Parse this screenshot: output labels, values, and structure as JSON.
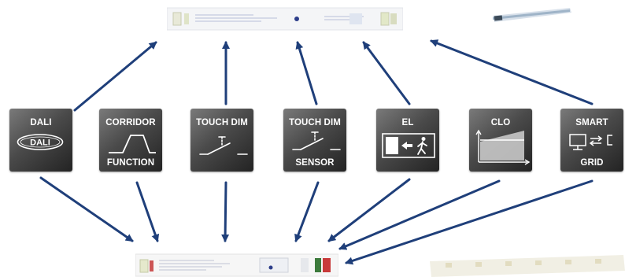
{
  "diagram": {
    "modules": [
      {
        "id": "dali",
        "top_label": "DALI",
        "bottom_label": "",
        "icon": "dali-logo-icon",
        "logo_text": "DALI"
      },
      {
        "id": "corridor",
        "top_label": "CORRIDOR",
        "bottom_label": "FUNCTION",
        "icon": "corridor-profile-icon"
      },
      {
        "id": "touchdim",
        "top_label": "TOUCH DIM",
        "bottom_label": "",
        "icon": "switch-icon"
      },
      {
        "id": "touchdim-sensor",
        "top_label": "TOUCH DIM",
        "bottom_label": "SENSOR",
        "icon": "switch-icon"
      },
      {
        "id": "el",
        "top_label": "EL",
        "bottom_label": "",
        "icon": "emergency-exit-icon"
      },
      {
        "id": "clo",
        "top_label": "CLO",
        "bottom_label": "",
        "icon": "constant-lumen-output-icon"
      },
      {
        "id": "smart-grid",
        "top_label": "SMART",
        "bottom_label": "GRID",
        "icon": "monitor-exchange-icon"
      }
    ],
    "devices": {
      "top_driver": "led-driver-image",
      "top_led_module": "led-strip-image",
      "bottom_driver": "led-driver-image",
      "bottom_led_module": "led-board-image"
    },
    "colors": {
      "arrow": "#1f3f7a",
      "tile_dark": "#232323",
      "tile_light": "#7a7a7a"
    }
  }
}
